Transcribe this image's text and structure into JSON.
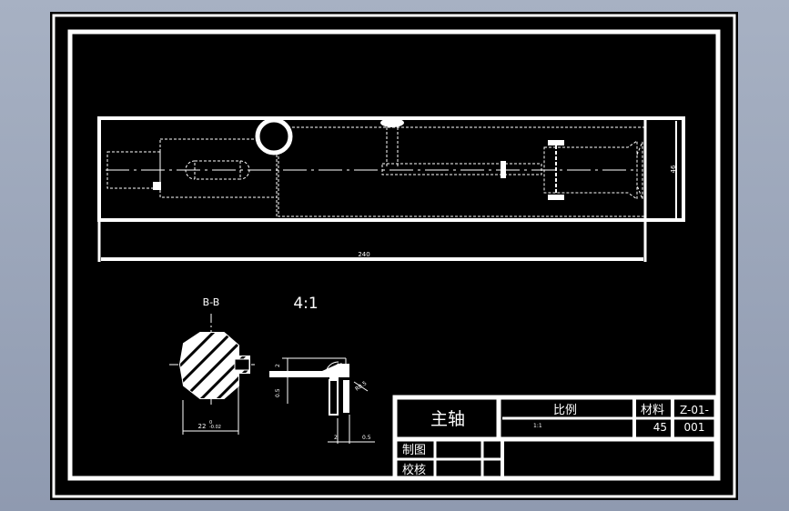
{
  "drawing": {
    "colors": {
      "background": "#000000",
      "lines": "#ffffff",
      "viewport": "#98a3b8"
    },
    "dimensions": {
      "length": "240",
      "height": "46"
    },
    "section": {
      "label": "B-B",
      "dim_width": "22",
      "dim_tol": "0",
      "dim_tol_low": "-0.02"
    },
    "detail": {
      "scale": "4:1",
      "dim_h1": "2",
      "dim_h2": "0.5",
      "dim_angle": "45",
      "dim_radius": "R0.5",
      "dim_b1": "2",
      "dim_b2": "0.5"
    }
  },
  "title_block": {
    "part_name": "主轴",
    "scale_label": "比例",
    "scale_value": "1:1",
    "material_label": "材料",
    "material_value": "45",
    "drawing_no_1": "Z-01-",
    "drawing_no_2": "001",
    "drawn_by_label": "制图",
    "checked_by_label": "校核"
  }
}
